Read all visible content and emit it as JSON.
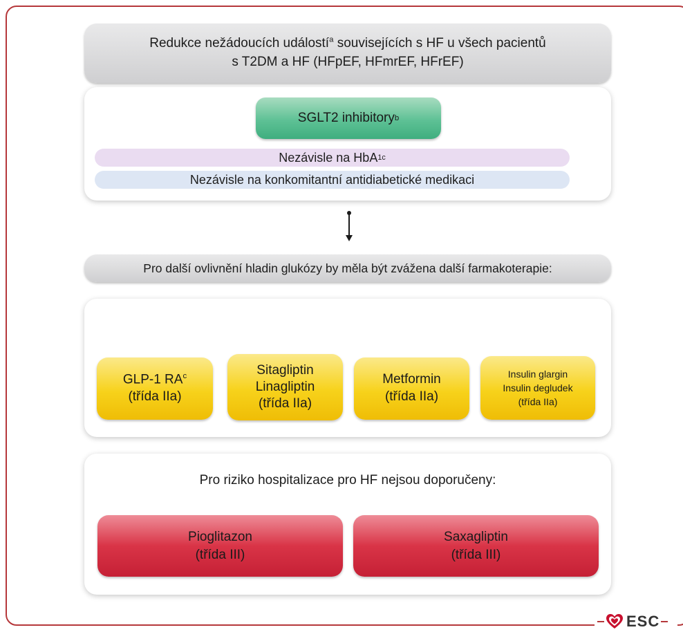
{
  "header": {
    "line1_pre": "Redukce nežádoucích událostí",
    "line1_sup": "a",
    "line1_post": " souvisejících s HF u všech pacientů",
    "line2": "s T2DM a HF (HFpEF, HFmrEF, HFrEF)"
  },
  "sglt2": {
    "label": "SGLT2 inhibitory",
    "sup": "b",
    "hba_pre": "Nezávisle na HbA",
    "hba_sub": "1c",
    "concomitant": "Nezávisle na konkomitantní antidiabetické medikaci"
  },
  "section2": {
    "title": "Pro další ovlivnění hladin glukózy by měla být zvážena další farmakoterapie:"
  },
  "glucose_options": {
    "glp_label": "GLP-1 RA",
    "glp_sup": "c",
    "glp_class": "(třída IIa)",
    "gliptin_line1": "Sitagliptin",
    "gliptin_line2": "Linagliptin",
    "gliptin_class": "(třída IIa)",
    "metformin_label": "Metformin",
    "metformin_class": "(třída IIa)",
    "insulin_line1": "Insulin glargin",
    "insulin_line2": "Insulin degludek",
    "insulin_class": "(třída IIa)"
  },
  "hospitalization": {
    "title": "Pro riziko hospitalizace pro HF nejsou doporučeny:",
    "pio_label": "Pioglitazon",
    "pio_class": "(třída III)",
    "saxa_label": "Saxagliptin",
    "saxa_class": "(třída III)"
  },
  "logo": {
    "text": "ESC"
  },
  "colors": {
    "frame": "#b5373a",
    "green": "#5ec195",
    "yellow": "#f7d21b",
    "red": "#d93447",
    "header_gray": "#d9d9db",
    "strip_purple": "#eadcf1",
    "strip_blue": "#dde6f4"
  },
  "icons": [
    "double-ended-arrow-icon",
    "heart-icon"
  ]
}
